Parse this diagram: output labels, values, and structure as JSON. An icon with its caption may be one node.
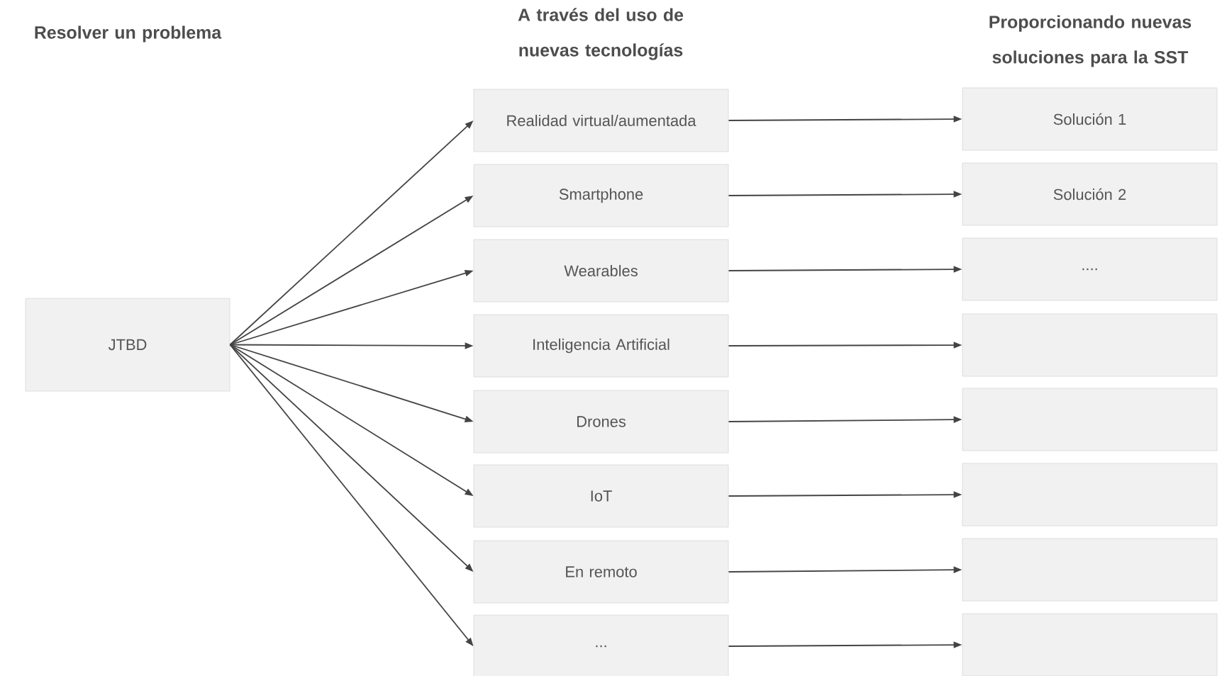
{
  "diagram": {
    "nodes": [
      {
        "text": [
          "JTBD"
        ]
      },
      {
        "text": [
          "Realidad virtual/aumentada"
        ]
      },
      {
        "text": [
          "Smartphone"
        ]
      },
      {
        "text": [
          "Wearables"
        ]
      },
      {
        "text": [
          "Inteligencia Artificial"
        ]
      },
      {
        "text": [
          "Drones"
        ]
      },
      {
        "text": [
          "IoT"
        ]
      },
      {
        "text": [
          "En remoto"
        ]
      },
      {
        "text": [
          "..."
        ]
      },
      {
        "text": [
          "Solución 1"
        ]
      },
      {
        "text": [
          "Solución 2"
        ]
      },
      {
        "text": [
          "...."
        ]
      },
      {
        "text": [],
        "shape": "box"
      },
      {
        "text": [],
        "shape": "box"
      },
      {
        "text": [],
        "shape": "box"
      },
      {
        "text": [],
        "shape": "box"
      },
      {
        "text": [],
        "shape": "box"
      }
    ],
    "edges": [
      {
        "from": 0,
        "to": 1,
        "arrow": "to"
      },
      {
        "from": 0,
        "to": 2,
        "arrow": "to"
      },
      {
        "from": 0,
        "to": 3,
        "arrow": "to"
      },
      {
        "from": 0,
        "to": 4,
        "arrow": "to"
      },
      {
        "from": 0,
        "to": 5,
        "arrow": "to"
      },
      {
        "from": 0,
        "to": 6,
        "arrow": "to"
      },
      {
        "from": 0,
        "to": 7,
        "arrow": "to"
      },
      {
        "from": 0,
        "to": 8,
        "arrow": "to"
      },
      {
        "from": 1,
        "to": 9,
        "arrow": "to"
      },
      {
        "from": 2,
        "to": 10,
        "arrow": "to"
      },
      {
        "from": 3,
        "to": 11,
        "arrow": "to"
      },
      {
        "from": 4,
        "to": 12,
        "arrow": "to"
      },
      {
        "from": 5,
        "to": 13,
        "arrow": "to"
      },
      {
        "from": 6,
        "to": 14,
        "arrow": "to"
      },
      {
        "from": 7,
        "to": 15,
        "arrow": "to"
      },
      {
        "from": 8,
        "to": 16,
        "arrow": "to"
      }
    ],
    "labels": [
      "Resolver un problema",
      "A través del uso de nuevas tecnologías",
      "Proporcionando nuevas soluciones para la SST"
    ]
  }
}
